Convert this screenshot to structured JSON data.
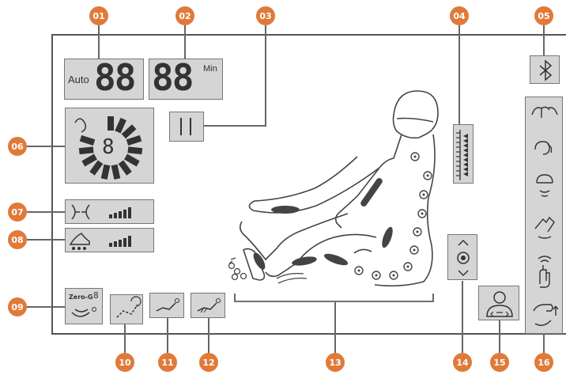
{
  "display": {
    "callouts": [
      "01",
      "02",
      "03",
      "04",
      "05",
      "06",
      "07",
      "08",
      "09",
      "10",
      "11",
      "12",
      "13",
      "14",
      "15",
      "16"
    ],
    "timer": {
      "mode_label": "Auto",
      "digits_left": "88",
      "digits_right": "88",
      "unit": "Min"
    },
    "wheel_digit": "8",
    "zero_g": {
      "label": "Zero-G",
      "digit": "8"
    },
    "accent_color": "#e07a3a",
    "lcd_color": "#d5d5d5"
  }
}
